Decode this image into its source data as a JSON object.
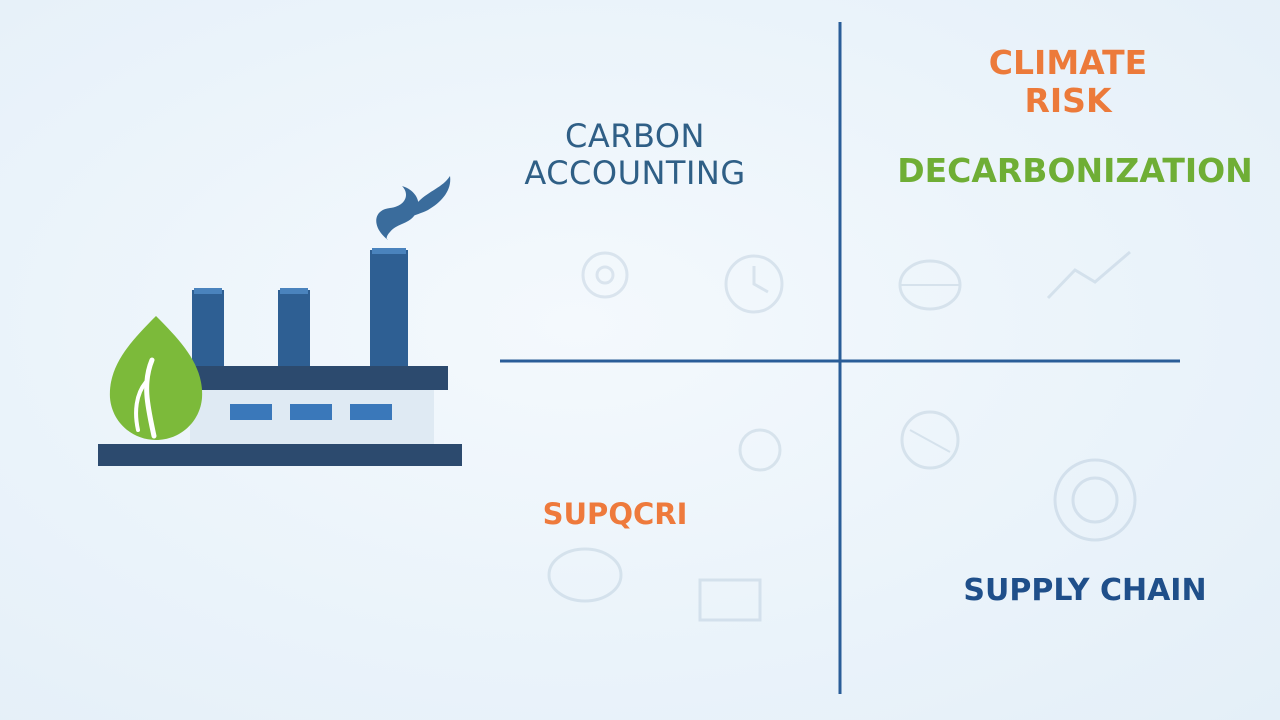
{
  "quadrants": {
    "top_left": {
      "lines": [
        "CARBON",
        "ACCOUNTING"
      ],
      "color": "#2f5f86"
    },
    "top_right_primary": {
      "lines": [
        "CLIMATE",
        "RISK"
      ],
      "color": "#ec7a3a"
    },
    "top_right_secondary": {
      "lines": [
        "DECARBONIZATION"
      ],
      "color": "#6fae35"
    },
    "bottom_left": {
      "lines": [
        "SUPQCRI"
      ],
      "color": "#ee7a3c"
    },
    "bottom_right": {
      "lines": [
        "SUPPLY CHAIN"
      ],
      "color": "#1f4f8a"
    }
  },
  "illustration": {
    "subject": "factory-with-leaf",
    "colors": {
      "building": "#2c4a6e",
      "chimney": "#2e5f93",
      "smoke": "#3a6c9c",
      "leaf": "#7cba3a",
      "window": "#3a78ba",
      "wall": "#dfeaf3"
    }
  },
  "axis_color": "#2a5d98"
}
